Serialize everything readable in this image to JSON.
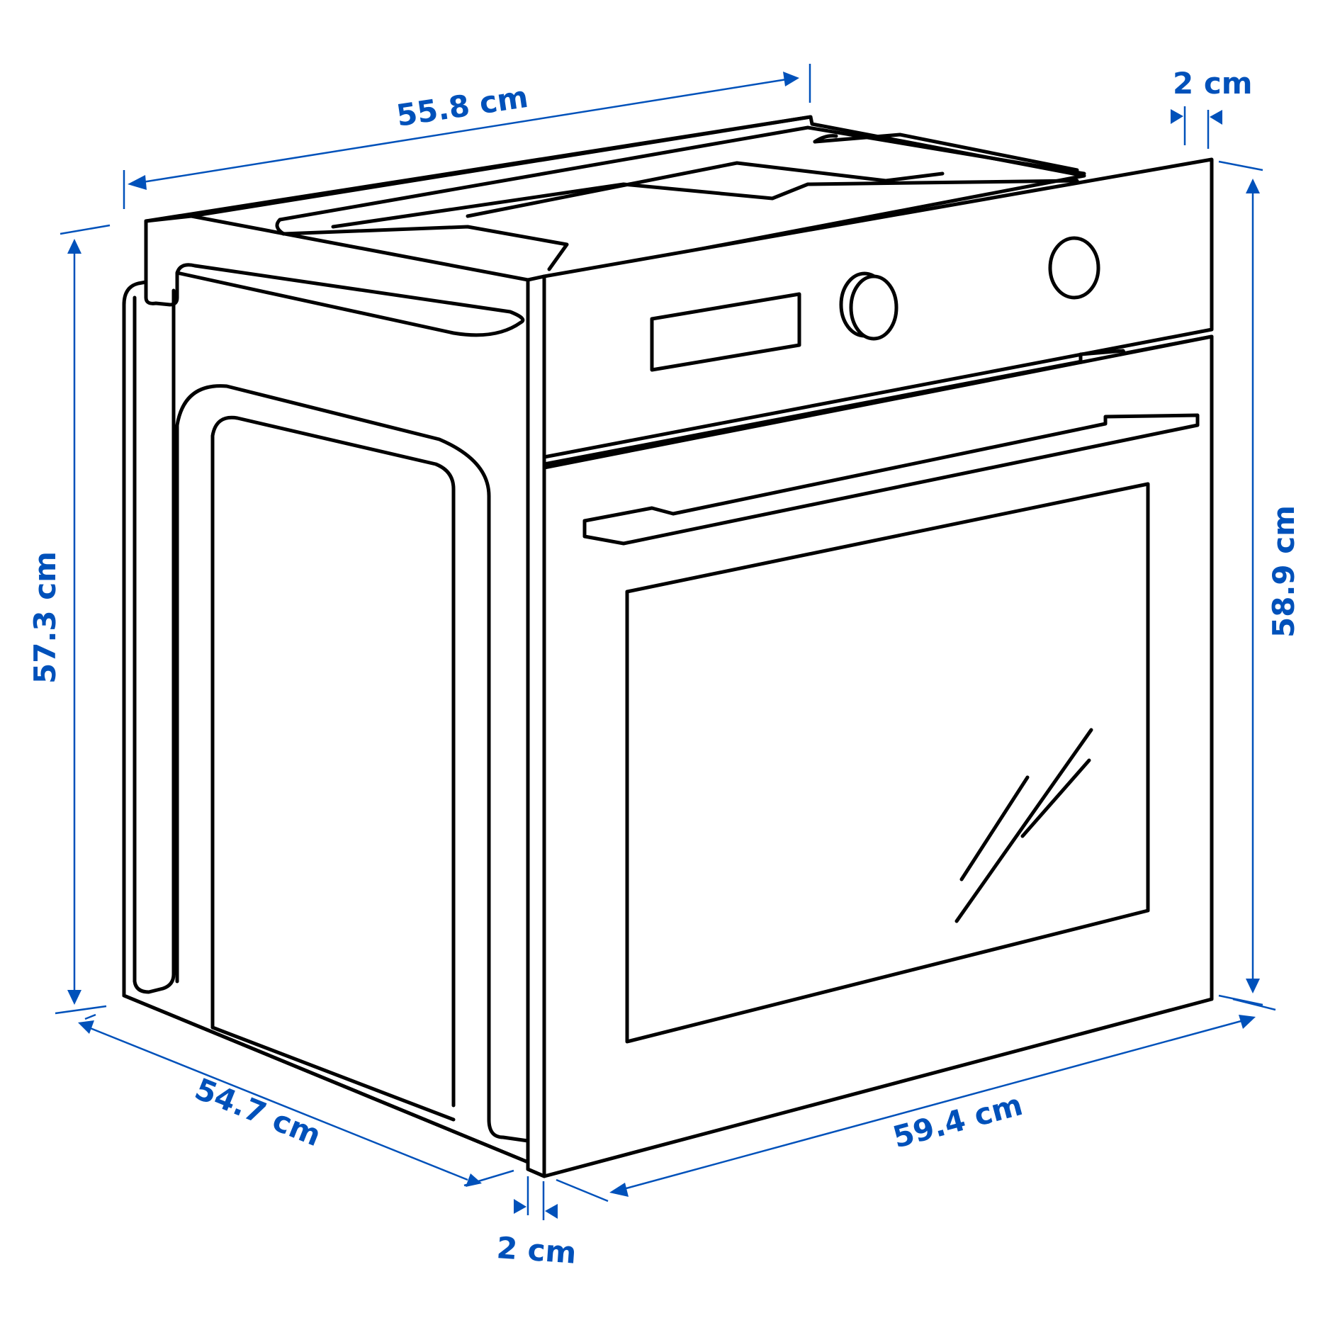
{
  "diagram": {
    "subject": "Built-in oven",
    "line_color": "#000000",
    "dimension_color": "#0051BA",
    "background": "#FFFFFF"
  },
  "dimensions": {
    "top_depth": "55.8 cm",
    "front_lip_top": "2 cm",
    "left_height": "57.3 cm",
    "right_height": "58.9 cm",
    "bottom_depth": "54.7 cm",
    "front_lip_bottom": "2 cm",
    "front_width": "59.4 cm"
  },
  "components": {
    "control_panel": {
      "display": "display-window",
      "knobs": [
        "left-knob",
        "right-knob"
      ]
    },
    "door": {
      "handle": "door-handle",
      "window": "oven-window",
      "glare_lines": 3
    },
    "latch": "door-latch"
  }
}
